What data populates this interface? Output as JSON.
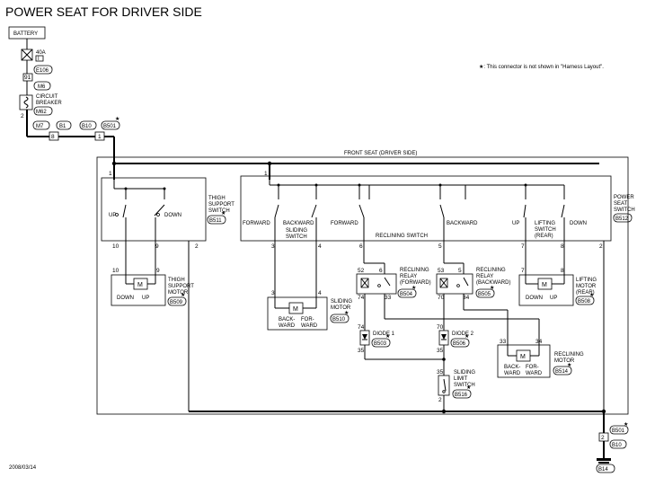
{
  "title": "POWER SEAT FOR DRIVER SIDE",
  "note": "★: This connector is not shown in \"Harness Layout\".",
  "date": "2008/03/14",
  "battery": "BATTERY",
  "fuse": "40A",
  "fuse_num": "I",
  "connectors": {
    "e106": "E106",
    "m6": "M6",
    "m62": "M62",
    "m7": "M7",
    "b1": "B1",
    "b10": "B10",
    "b501": "B501",
    "b511": "B511",
    "b509": "B509",
    "b512": "B512",
    "b510": "B510",
    "b504": "B504",
    "b505": "B505",
    "b508": "B508",
    "b503": "B503",
    "b506": "B506",
    "b514": "B514",
    "b516": "B516",
    "b501b": "B501",
    "b10b": "B10",
    "b14": "B14"
  },
  "circuit_breaker": [
    "CIRCUIT",
    "BREAKER"
  ],
  "front_seat": "FRONT SEAT (DRIVER SIDE)",
  "thigh_switch": [
    "THIGH",
    "SUPPORT",
    "SWITCH"
  ],
  "thigh_motor": [
    "THIGH",
    "SUPPORT",
    "MOTOR"
  ],
  "power_seat_switch": [
    "POWER",
    "SEAT",
    "SWITCH"
  ],
  "sliding_switch": [
    "SLIDING",
    "SWITCH"
  ],
  "sliding_motor": [
    "SLIDING",
    "MOTOR"
  ],
  "reclining_switch": "RECLINING SWITCH",
  "lifting_switch": [
    "LIFTING",
    "SWITCH",
    "(REAR)"
  ],
  "lifting_motor": [
    "LIFTING",
    "MOTOR",
    "(REAR)"
  ],
  "relay_fwd": [
    "RECLINING",
    "RELAY",
    "(FORWARD)"
  ],
  "relay_bwd": [
    "RECLINING",
    "RELAY",
    "(BACKWARD)"
  ],
  "reclining_motor": [
    "RECLINING",
    "MOTOR"
  ],
  "diode1": "DIODE 1",
  "diode2": "DIODE 2",
  "limit_switch": [
    "SLIDING",
    "LIMIT",
    "SWITCH"
  ],
  "labels": {
    "up": "UP",
    "down": "DOWN",
    "forward": "FORWARD",
    "backward": "BACKWARD",
    "back": "BACK-",
    "ward": "WARD",
    "for": "FOR-",
    "m": "M"
  },
  "pins": {
    "p91": "91",
    "p2": "2",
    "p8": "8",
    "p1": "1",
    "p10": "10",
    "p9": "9",
    "p3": "3",
    "p4": "4",
    "p6": "6",
    "p5": "5",
    "p7": "7",
    "p52": "52",
    "p53": "53",
    "p74": "74",
    "p70": "70",
    "p33": "33",
    "p34": "34",
    "p35": "35",
    "p1x": "1"
  }
}
